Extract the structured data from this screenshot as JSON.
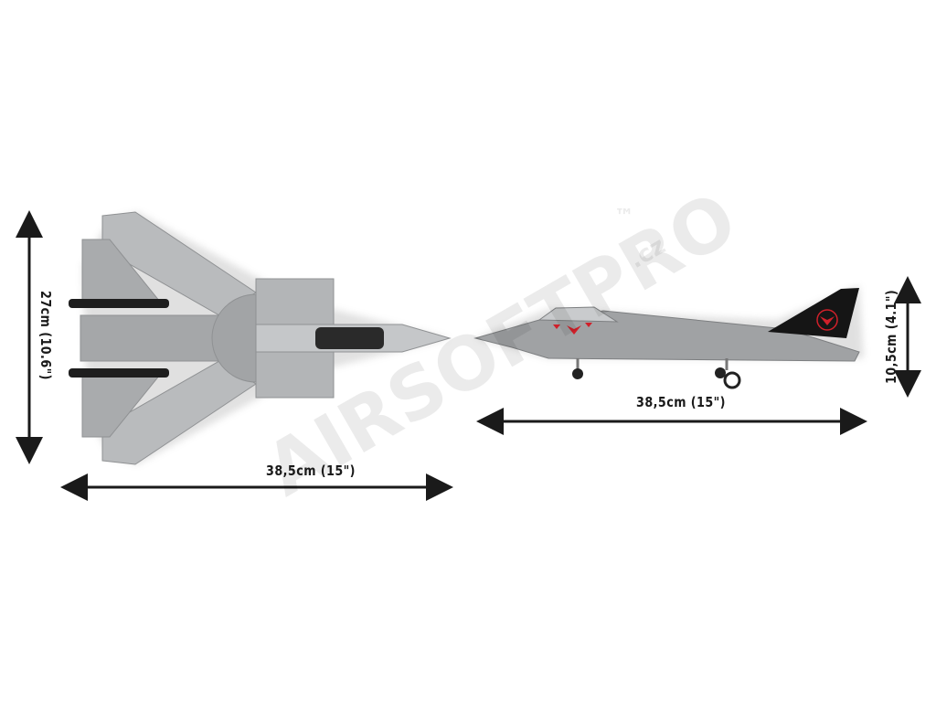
{
  "watermark": {
    "brand": "AIRSOFTPRO",
    "tm": "™",
    "domain": ".cz"
  },
  "top_view": {
    "height_label": "27cm (10.6\")",
    "length_label": "38,5cm (15\")"
  },
  "side_view": {
    "length_label": "38,5cm (15\")",
    "height_label": "10,5cm (4.1\")"
  },
  "colors": {
    "body": "#9a9c9e",
    "light": "#c4c6c8",
    "tail": "#151515",
    "emblem": "#d0202a",
    "arrow": "#1a1a1a"
  }
}
